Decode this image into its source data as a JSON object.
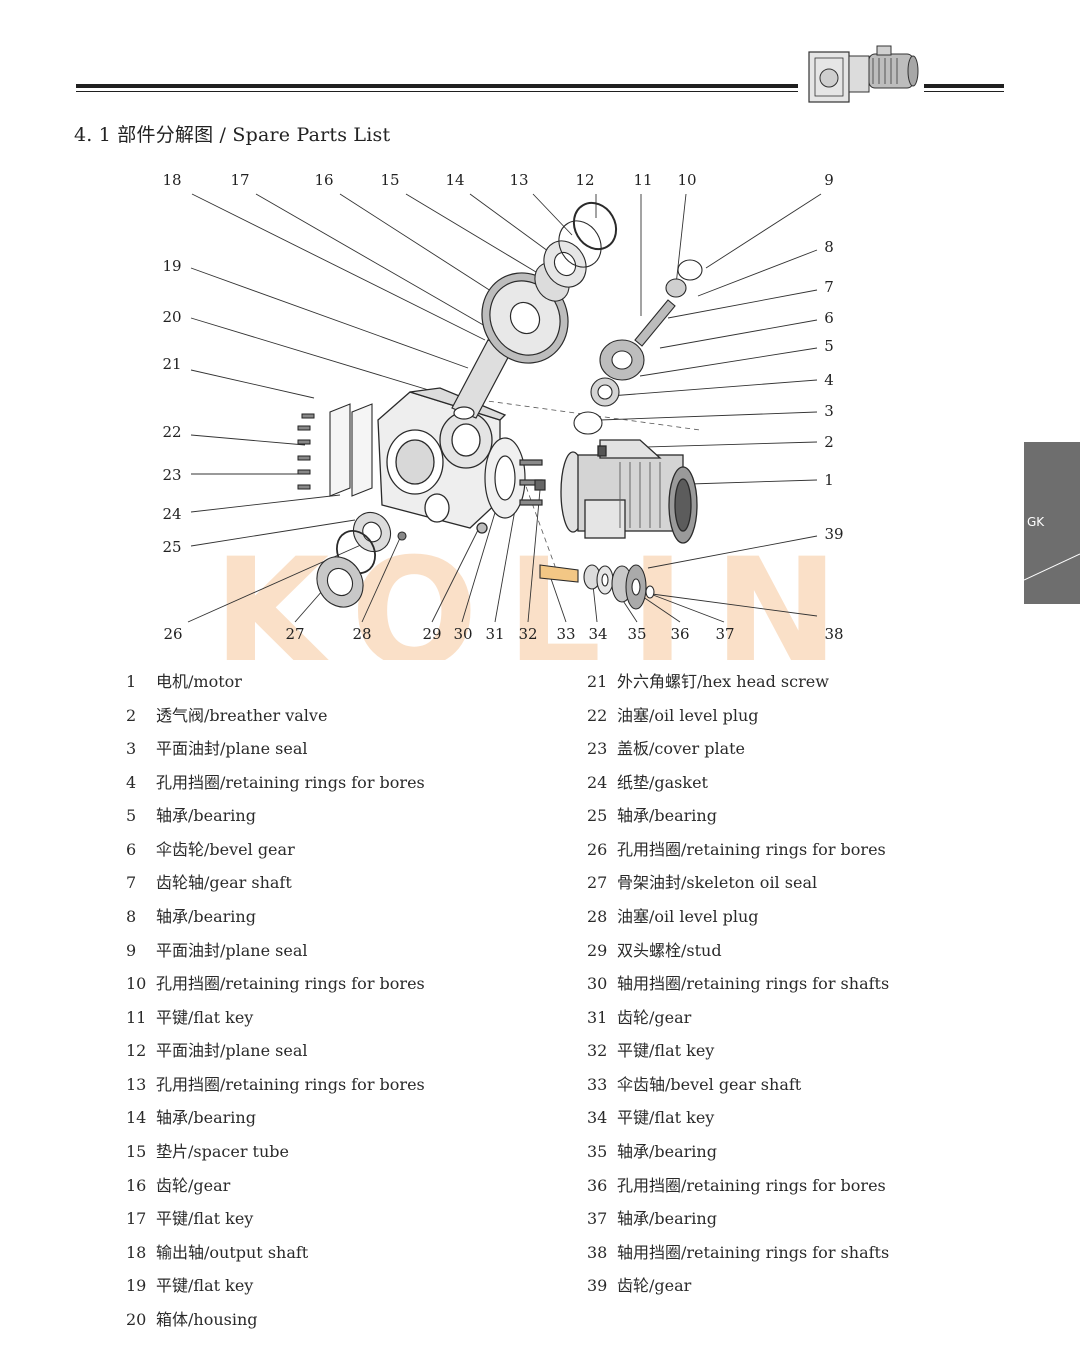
{
  "header": {
    "section_title": "4. 1 部件分解图 / Spare Parts List",
    "side_tab": "GK",
    "watermark": "KOLIN"
  },
  "diagram": {
    "callouts_top": [
      "18",
      "17",
      "16",
      "15",
      "14",
      "13",
      "12",
      "11",
      "10",
      "9"
    ],
    "callouts_left": [
      "19",
      "20",
      "21",
      "22",
      "23",
      "24",
      "25"
    ],
    "callouts_right": [
      "8",
      "7",
      "6",
      "5",
      "4",
      "3",
      "2",
      "1",
      "39"
    ],
    "callouts_bottom": [
      "26",
      "27",
      "28",
      "29",
      "30",
      "31",
      "32",
      "33",
      "34",
      "35",
      "36",
      "37",
      "38"
    ]
  },
  "parts": [
    {
      "num": "1",
      "label": "电机/motor"
    },
    {
      "num": "2",
      "label": "透气阀/breather valve"
    },
    {
      "num": "3",
      "label": "平面油封/plane seal"
    },
    {
      "num": "4",
      "label": "孔用挡圈/retaining rings for bores"
    },
    {
      "num": "5",
      "label": "轴承/bearing"
    },
    {
      "num": "6",
      "label": "伞齿轮/bevel gear"
    },
    {
      "num": "7",
      "label": "齿轮轴/gear shaft"
    },
    {
      "num": "8",
      "label": "轴承/bearing"
    },
    {
      "num": "9",
      "label": "平面油封/plane seal"
    },
    {
      "num": "10",
      "label": "孔用挡圈/retaining rings for bores"
    },
    {
      "num": "11",
      "label": "平键/flat key"
    },
    {
      "num": "12",
      "label": "平面油封/plane seal"
    },
    {
      "num": "13",
      "label": "孔用挡圈/retaining rings for bores"
    },
    {
      "num": "14",
      "label": "轴承/bearing"
    },
    {
      "num": "15",
      "label": "垫片/spacer tube"
    },
    {
      "num": "16",
      "label": "齿轮/gear"
    },
    {
      "num": "17",
      "label": "平键/flat key"
    },
    {
      "num": "18",
      "label": "输出轴/output shaft"
    },
    {
      "num": "19",
      "label": "平键/flat key"
    },
    {
      "num": "20",
      "label": "箱体/housing"
    },
    {
      "num": "21",
      "label": "外六角螺钉/hex head screw"
    },
    {
      "num": "22",
      "label": "油塞/oil level plug"
    },
    {
      "num": "23",
      "label": "盖板/cover plate"
    },
    {
      "num": "24",
      "label": "纸垫/gasket"
    },
    {
      "num": "25",
      "label": "轴承/bearing"
    },
    {
      "num": "26",
      "label": "孔用挡圈/retaining rings for bores"
    },
    {
      "num": "27",
      "label": "骨架油封/skeleton oil seal"
    },
    {
      "num": "28",
      "label": "油塞/oil level plug"
    },
    {
      "num": "29",
      "label": "双头螺栓/stud"
    },
    {
      "num": "30",
      "label": "轴用挡圈/retaining rings for shafts"
    },
    {
      "num": "31",
      "label": "齿轮/gear"
    },
    {
      "num": "32",
      "label": "平键/flat key"
    },
    {
      "num": "33",
      "label": "伞齿轴/bevel gear shaft"
    },
    {
      "num": "34",
      "label": "平键/flat key"
    },
    {
      "num": "35",
      "label": "轴承/bearing"
    },
    {
      "num": "36",
      "label": "孔用挡圈/retaining rings for bores"
    },
    {
      "num": "37",
      "label": "轴承/bearing"
    },
    {
      "num": "38",
      "label": "轴用挡圈/retaining rings for shafts"
    },
    {
      "num": "39",
      "label": "齿轮/gear"
    }
  ]
}
